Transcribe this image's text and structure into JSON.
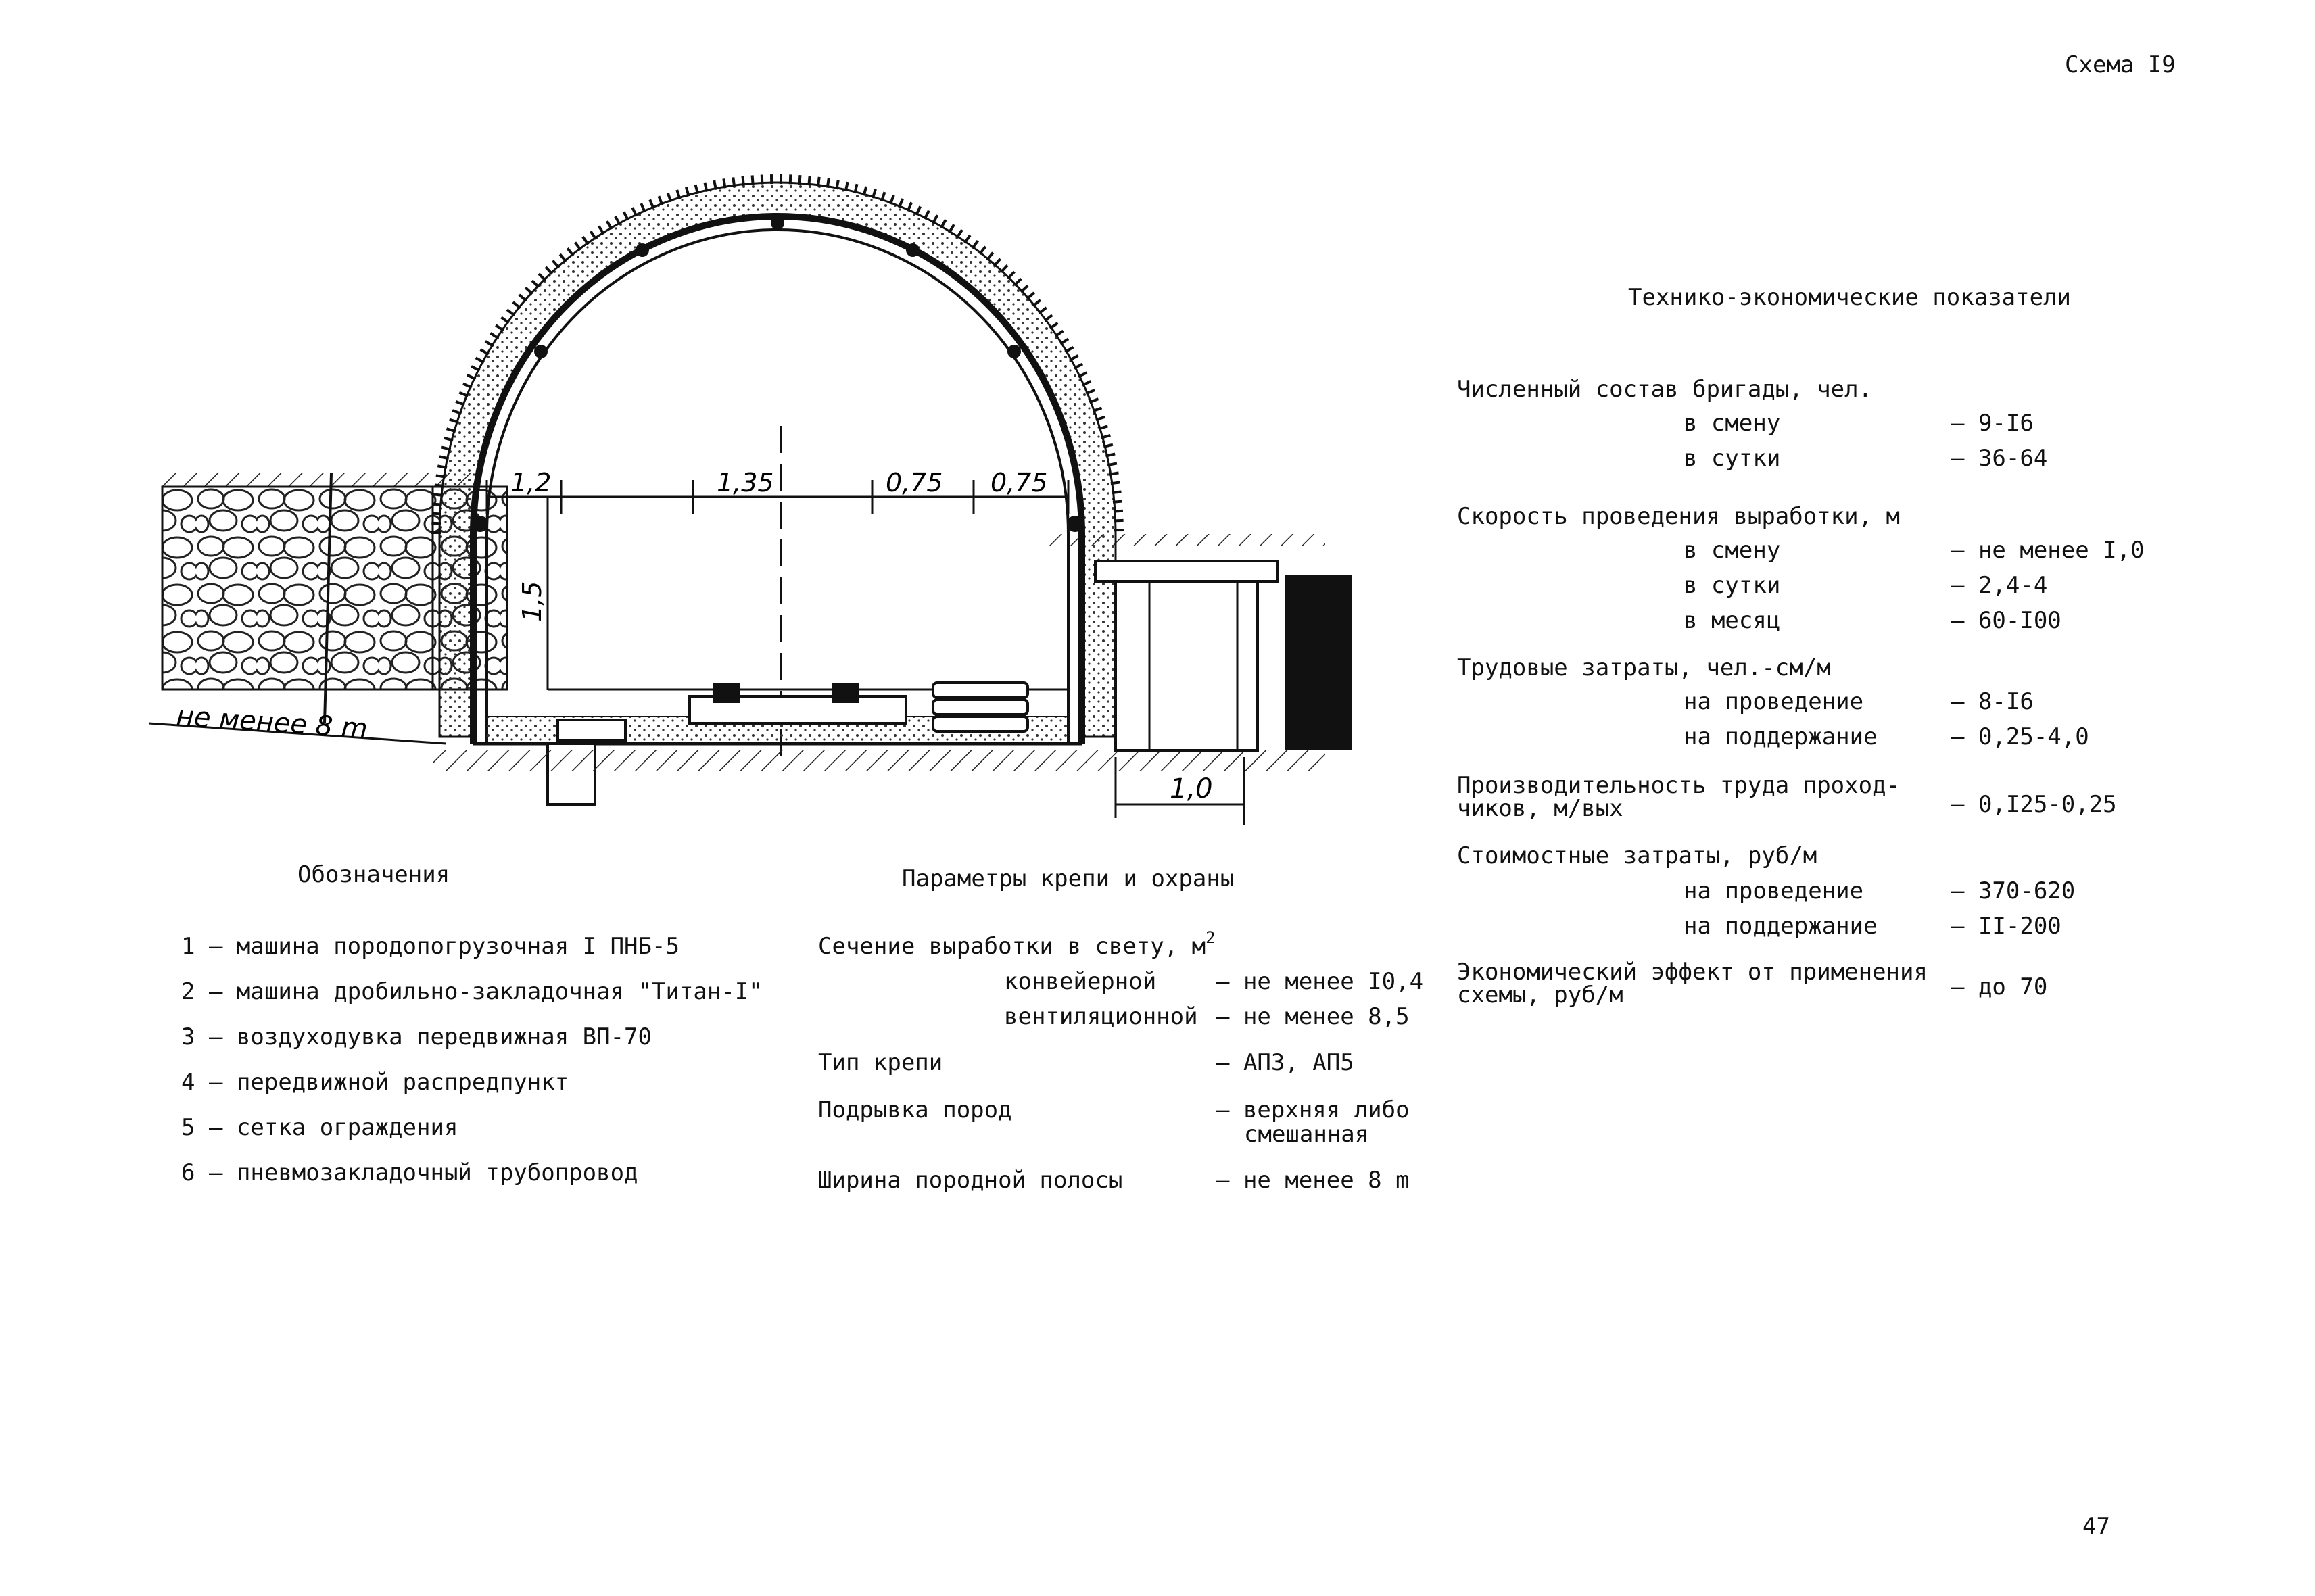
{
  "page": {
    "scheme_label": "Схема I9",
    "page_number": "47"
  },
  "drawing": {
    "dim_labels": [
      "1,2",
      "1,35",
      "0,75",
      "0,75"
    ],
    "height_label": "1,5",
    "left_strip_label": "не менее 8 m",
    "right_dim_label": "1,0"
  },
  "legend": {
    "title": "Обозначения",
    "items": [
      {
        "num": "1 –",
        "text": "машина породопогрузочная I ПНБ-5"
      },
      {
        "num": "2 –",
        "text": "машина дробильно-закладочная \"Титан-I\""
      },
      {
        "num": "3 –",
        "text": "воздуходувка передвижная ВП-70"
      },
      {
        "num": "4 –",
        "text": "передвижной распредпункт"
      },
      {
        "num": "5 –",
        "text": "сетка ограждения"
      },
      {
        "num": "6 –",
        "text": "пневмозакладочный трубопровод"
      }
    ]
  },
  "params": {
    "title": "Параметры крепи и охраны",
    "section_label": "Сечение выработки в свету, м",
    "section_sup": "2",
    "rows": [
      {
        "label": "конвейерной",
        "value": "– не менее I0,4"
      },
      {
        "label": "вентиляционной",
        "value": "– не менее 8,5"
      }
    ],
    "items": [
      {
        "label": "Тип крепи",
        "value": "– АПЗ, АП5"
      },
      {
        "label": "Подрывка пород",
        "value": "– верхняя либо",
        "value2": "смешанная"
      },
      {
        "label": "Ширина породной полосы",
        "value": "– не менее 8 m"
      }
    ]
  },
  "indicators": {
    "title": "Технико-экономические показатели",
    "groups": [
      {
        "label": "Численный состав бригады, чел.",
        "rows": [
          {
            "label": "в смену",
            "value": "– 9-I6"
          },
          {
            "label": "в сутки",
            "value": "– 36-64"
          }
        ]
      },
      {
        "label": "Скорость проведения выработки, м",
        "rows": [
          {
            "label": "в смену",
            "value": "– не менее I,0"
          },
          {
            "label": "в сутки",
            "value": "– 2,4-4"
          },
          {
            "label": "в месяц",
            "value": "– 60-I00"
          }
        ]
      },
      {
        "label": "Трудовые затраты, чел.-см/м",
        "rows": [
          {
            "label": "на проведение",
            "value": "– 8-I6"
          },
          {
            "label": "на поддержание",
            "value": "– 0,25-4,0"
          }
        ]
      },
      {
        "label": "Производительность труда проход-",
        "label2": "чиков, м/вых",
        "value": "– 0,I25-0,25"
      },
      {
        "label": "Стоимостные затраты, руб/м",
        "rows": [
          {
            "label": "на проведение",
            "value": "– 370-620"
          },
          {
            "label": "на поддержание",
            "value": "– II-200"
          }
        ]
      },
      {
        "label": "Экономический эффект от применения",
        "label2": "схемы, руб/м",
        "value": "– до 70"
      }
    ]
  }
}
